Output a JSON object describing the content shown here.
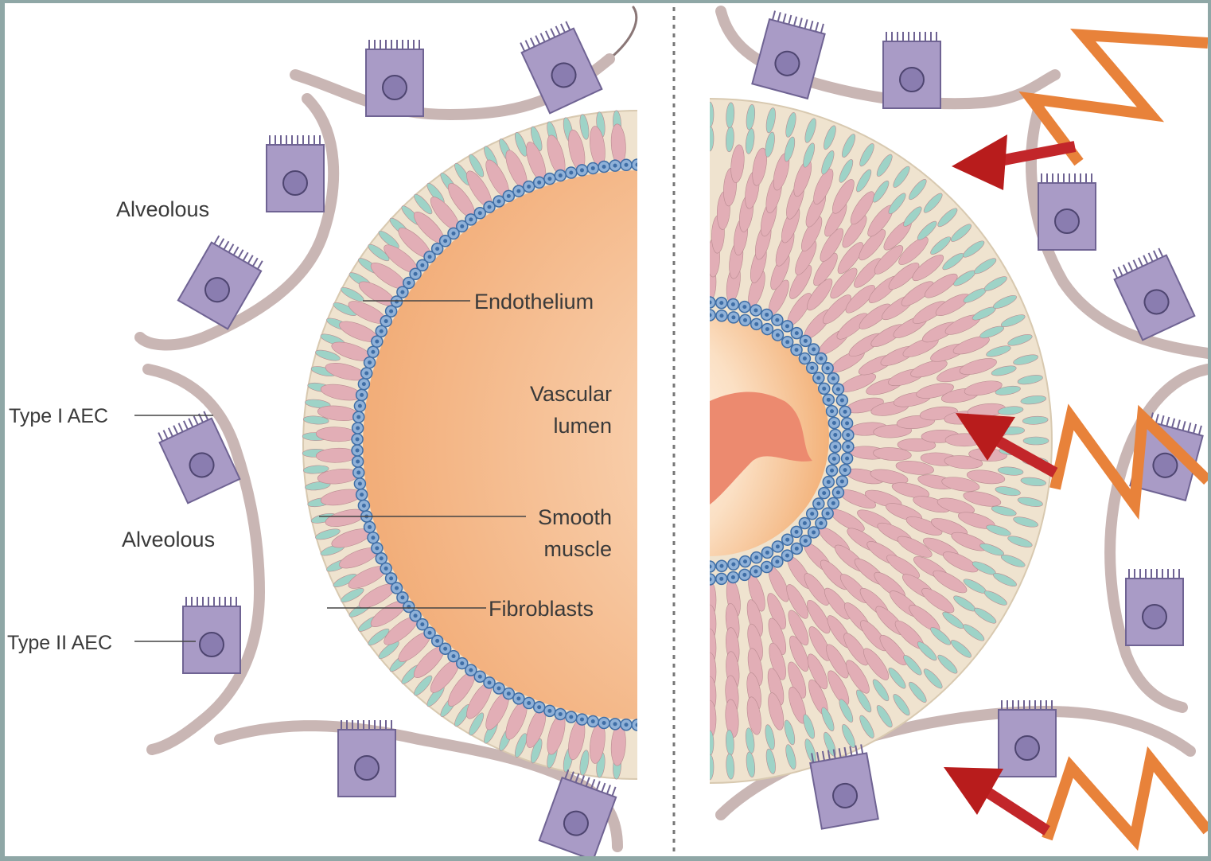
{
  "labels": {
    "alveolous_top": "Alveolous",
    "alveolous_mid": "Alveolous",
    "type1_aec": "Type I AEC",
    "type2_aec": "Type II AEC",
    "endothelium": "Endothelium",
    "vascular_lumen_line1": "Vascular",
    "vascular_lumen_line2": "lumen",
    "smooth_muscle_line1": "Smooth",
    "smooth_muscle_line2": "muscle",
    "fibroblasts": "Fibroblasts"
  },
  "colors": {
    "lumen": "#f4b98a",
    "vessel_wall": "#efe3cf",
    "smooth_muscle_cell": "#e2aeb6",
    "fibroblast_cell": "#9ed3c7",
    "endothelium_cell": "#8fb1d8",
    "aec_type1": "#c8b7b6",
    "aec_type2": "#a99bc6",
    "arrow_red": "#b81c1c",
    "lightning_orange": "#e8823a"
  }
}
